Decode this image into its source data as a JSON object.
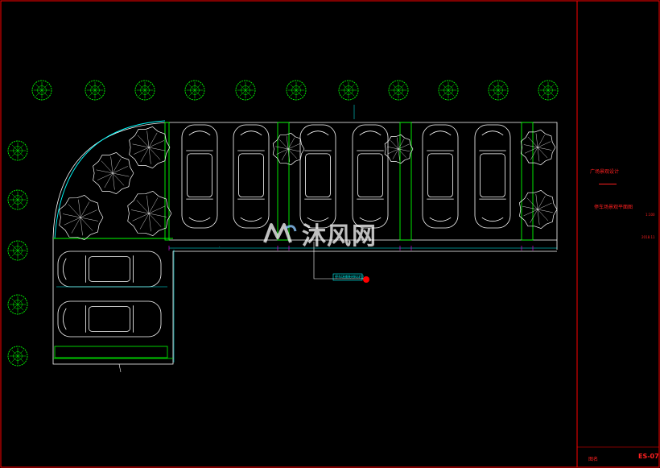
{
  "title_block": {
    "company": "广场景观设计",
    "drawing_title": "停车场景观平面图",
    "scale": "1:100",
    "date": "2018.11",
    "sheet_label": "图名",
    "drawing_number": "ES-07"
  },
  "annotation_tag": "停车场铺装材料详见",
  "watermark": {
    "text": "沐风网",
    "logo_icon": "mufeng-logo-icon"
  },
  "colors": {
    "background": "#000000",
    "linework": "#ffffff",
    "vegetation": "#00ff00",
    "dimension": "#00ffff",
    "border": "#ff0000",
    "magenta": "#ff00ff"
  },
  "layout": {
    "top_row_cars": 6,
    "left_column_cars": 2,
    "top_trees": 11,
    "left_trees": 5,
    "canopy_trees": 8
  }
}
